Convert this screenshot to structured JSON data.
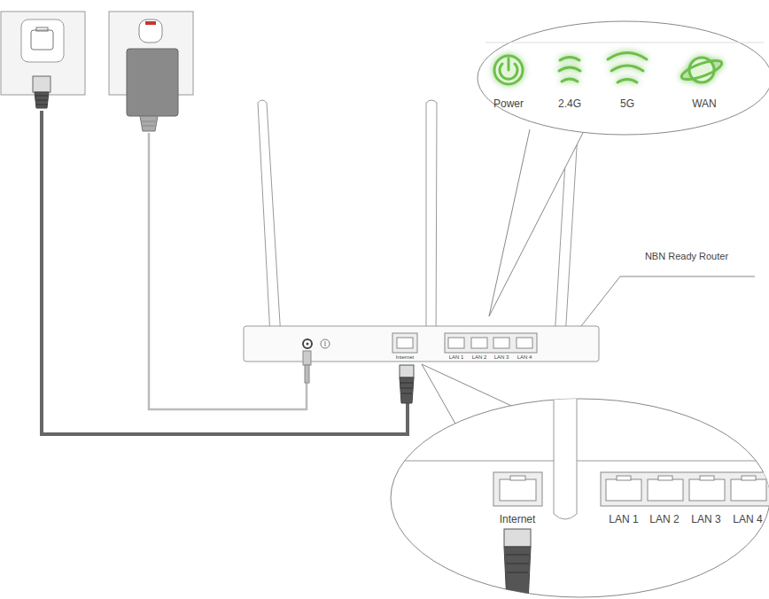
{
  "diagram": {
    "labels": [
      "Power",
      "2.4G",
      "5G",
      "WAN",
      "NBN Ready Router",
      "Internet",
      "LAN 1",
      "LAN 2",
      "LAN 3",
      "LAN 4",
      "Internet",
      "LAN 1",
      "LAN 2",
      "LAN 3",
      "LAN 4"
    ]
  }
}
